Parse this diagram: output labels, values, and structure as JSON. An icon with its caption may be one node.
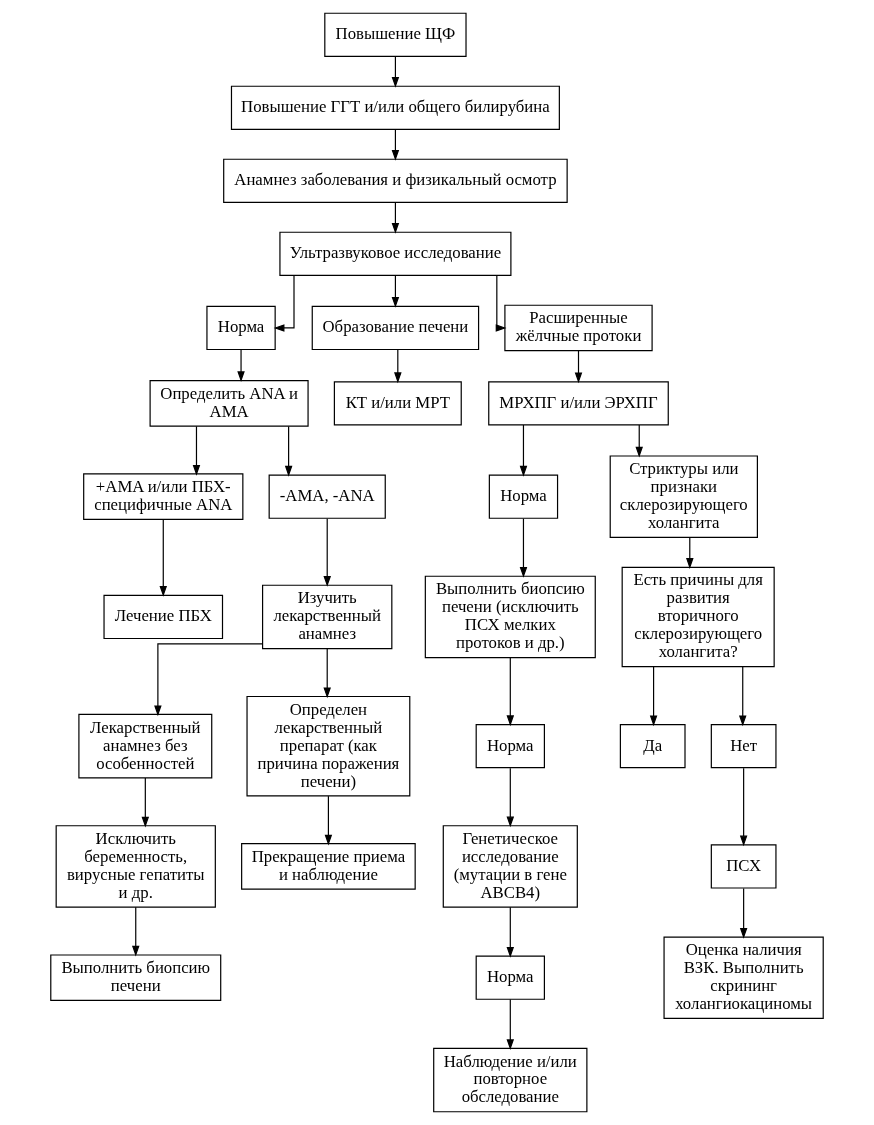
{
  "diagram": {
    "nodes": [
      {
        "text": [
          "Повышение ЩФ"
        ]
      },
      {
        "text": [
          "Повышение ГГТ и/или общего билирубина"
        ]
      },
      {
        "text": [
          "Анамнез заболевания и физикальный осмотр"
        ]
      },
      {
        "text": [
          "Ультразвуковое исследование"
        ]
      },
      {
        "text": [
          "Норма"
        ]
      },
      {
        "text": [
          "Образование печени"
        ]
      },
      {
        "text": [
          "Расширенные жёлчные протоки"
        ]
      },
      {
        "text": [
          "Определить ANA и AMA"
        ]
      },
      {
        "text": [
          "КТ и/или МРТ"
        ]
      },
      {
        "text": [
          "МРХПГ и/или ЭРХПГ"
        ]
      },
      {
        "text": [
          "+AMA и/или ПБХ-специфичные ANA"
        ]
      },
      {
        "text": [
          "-AMA, -ANA"
        ]
      },
      {
        "text": [
          "Норма"
        ]
      },
      {
        "text": [
          "Стриктуры или признаки склерозирующего холангита"
        ]
      },
      {
        "text": [
          "Лечение ПБХ"
        ]
      },
      {
        "text": [
          "Изучить лекарственный анамнез"
        ]
      },
      {
        "text": [
          "Выполнить биопсию печени (исключить ПСХ мелких протоков и др.)"
        ]
      },
      {
        "text": [
          "Есть причины для развития вторичного склерозирующего холангита?"
        ]
      },
      {
        "text": [
          "Лекарственный анамнез без особенностей"
        ]
      },
      {
        "text": [
          "Определен лекарственный препарат (как причина поражения печени)"
        ]
      },
      {
        "text": [
          "Норма"
        ]
      },
      {
        "text": [
          "Да"
        ]
      },
      {
        "text": [
          "Нет"
        ]
      },
      {
        "text": [
          "Исключить беременность, вирусные гепатиты и др."
        ]
      },
      {
        "text": [
          "Генетическое исследование (мутации в гене ABCB4)"
        ]
      },
      {
        "text": [
          "Прекращение приема и наблюдение"
        ]
      },
      {
        "text": [
          "ПСХ"
        ]
      },
      {
        "text": [
          "Выполнить биопсию печени"
        ]
      },
      {
        "text": [
          "Норма"
        ]
      },
      {
        "text": [
          "Оценка наличия ВЗК. Выполнить скрининг холангиокациномы"
        ]
      },
      {
        "text": [
          "Наблюдение и/или повторное обследование"
        ]
      }
    ],
    "edges": [
      {
        "from": 0,
        "to": 1,
        "arrow": "to"
      },
      {
        "from": 1,
        "to": 2,
        "arrow": "to"
      },
      {
        "from": 2,
        "to": 3,
        "arrow": "to"
      },
      {
        "from": 3,
        "to": 4,
        "arrow": "to"
      },
      {
        "from": 3,
        "to": 5,
        "arrow": "to"
      },
      {
        "from": 3,
        "to": 6,
        "arrow": "to"
      },
      {
        "from": 4,
        "to": 7,
        "arrow": "to"
      },
      {
        "from": 5,
        "to": 8,
        "arrow": "to"
      },
      {
        "from": 6,
        "to": 9,
        "arrow": "to"
      },
      {
        "from": 7,
        "to": 10,
        "arrow": "to"
      },
      {
        "from": 7,
        "to": 11,
        "arrow": "to"
      },
      {
        "from": 9,
        "to": 12,
        "arrow": "to"
      },
      {
        "from": 9,
        "to": 13,
        "arrow": "to"
      },
      {
        "from": 10,
        "to": 14,
        "arrow": "to"
      },
      {
        "from": 11,
        "to": 15,
        "arrow": "to"
      },
      {
        "from": 12,
        "to": 16,
        "arrow": "to"
      },
      {
        "from": 13,
        "to": 17,
        "arrow": "to"
      },
      {
        "from": 15,
        "to": 18,
        "arrow": "to"
      },
      {
        "from": 15,
        "to": 19,
        "arrow": "to"
      },
      {
        "from": 16,
        "to": 20,
        "arrow": "to"
      },
      {
        "from": 17,
        "to": 21,
        "arrow": "to"
      },
      {
        "from": 17,
        "to": 22,
        "arrow": "to"
      },
      {
        "from": 18,
        "to": 23,
        "arrow": "to"
      },
      {
        "from": 20,
        "to": 24,
        "arrow": "to"
      },
      {
        "from": 19,
        "to": 25,
        "arrow": "to"
      },
      {
        "from": 22,
        "to": 26,
        "arrow": "to"
      },
      {
        "from": 23,
        "to": 27,
        "arrow": "to"
      },
      {
        "from": 24,
        "to": 28,
        "arrow": "to"
      },
      {
        "from": 26,
        "to": 29,
        "arrow": "to"
      },
      {
        "from": 28,
        "to": 30,
        "arrow": "to"
      }
    ]
  }
}
